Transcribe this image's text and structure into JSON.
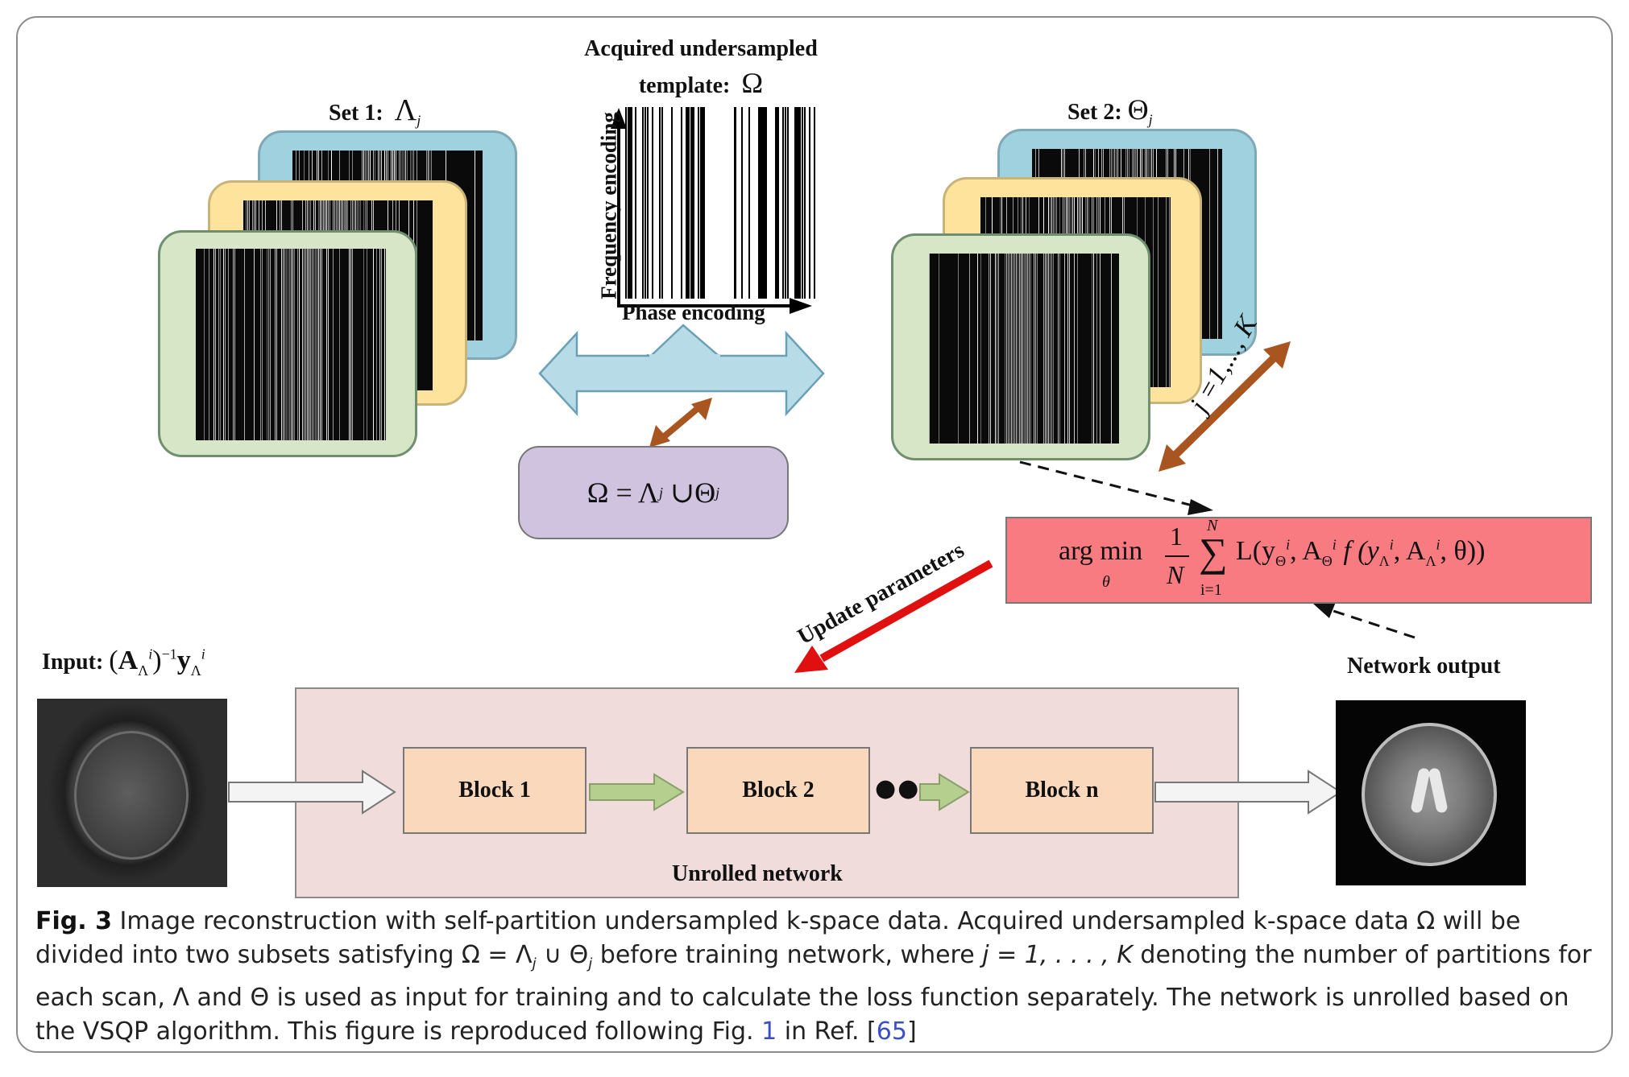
{
  "figure": {
    "set1_label": "Set 1:",
    "set1_symbol": "Λ",
    "set1_sub": "j",
    "set2_label": "Set 2:",
    "set2_symbol": "Θ",
    "set2_sub": "j",
    "template_title_line1": "Acquired undersampled",
    "template_title_line2": "template:",
    "template_symbol": "Ω",
    "y_axis_label": "Frequency  encoding",
    "x_axis_label": "Phase encoding",
    "partition_equation": "Ω = Λ",
    "partition_union": "∪Θ",
    "partition_sub": "j",
    "j_range_label": "j =1,..., K",
    "loss_argmin": "arg min",
    "loss_theta": "θ",
    "loss_one": "1",
    "loss_N": "N",
    "loss_sum_top": "N",
    "loss_sum": "∑",
    "loss_sum_bottom": "i=1",
    "loss_body": "L(y",
    "loss_body2": ", A",
    "loss_body3": "f (y",
    "loss_body4": ", A",
    "loss_body5": ", θ))",
    "update_label": "Update parameters",
    "input_label": "Input:",
    "output_label": "Network output",
    "blocks": [
      "Block 1",
      "Block 2",
      "Block n"
    ],
    "dots": "●●",
    "network_label": "Unrolled network"
  },
  "caption": {
    "fig_label": "Fig. 3",
    "text1": "  Image reconstruction with self-partition undersampled k-space data. Acquired undersampled k-space data Ω will be divided into two subsets satisfying Ω = Λ",
    "sub_j1": "j",
    "text2": " ∪ Θ",
    "sub_j2": "j",
    "text3": " before training network, where ",
    "j_eq": "j = 1, . . . , K",
    "text4": " denoting the number of partitions for each scan, Λ and Θ is used as input for training and to calculate the loss function separately. The network is unrolled based on the VSQP algorithm. This figure is reproduced following Fig. ",
    "fig_ref": "1",
    "text5": " in Ref. [",
    "ref_num": "65",
    "text6": "]"
  },
  "colors": {
    "card_blue": "#9fd1df",
    "card_yellow": "#fde39b",
    "card_green": "#d6e6c6",
    "arrow_blue": "#b7dce8",
    "purple_box": "#cfc3df",
    "loss_box": "#f77b80",
    "network_box": "#f1dcdc",
    "block": "#f9d8bb",
    "brown_arrow": "#a8551f",
    "red_arrow": "#e11010",
    "green_arrow": "#b5d08e"
  }
}
